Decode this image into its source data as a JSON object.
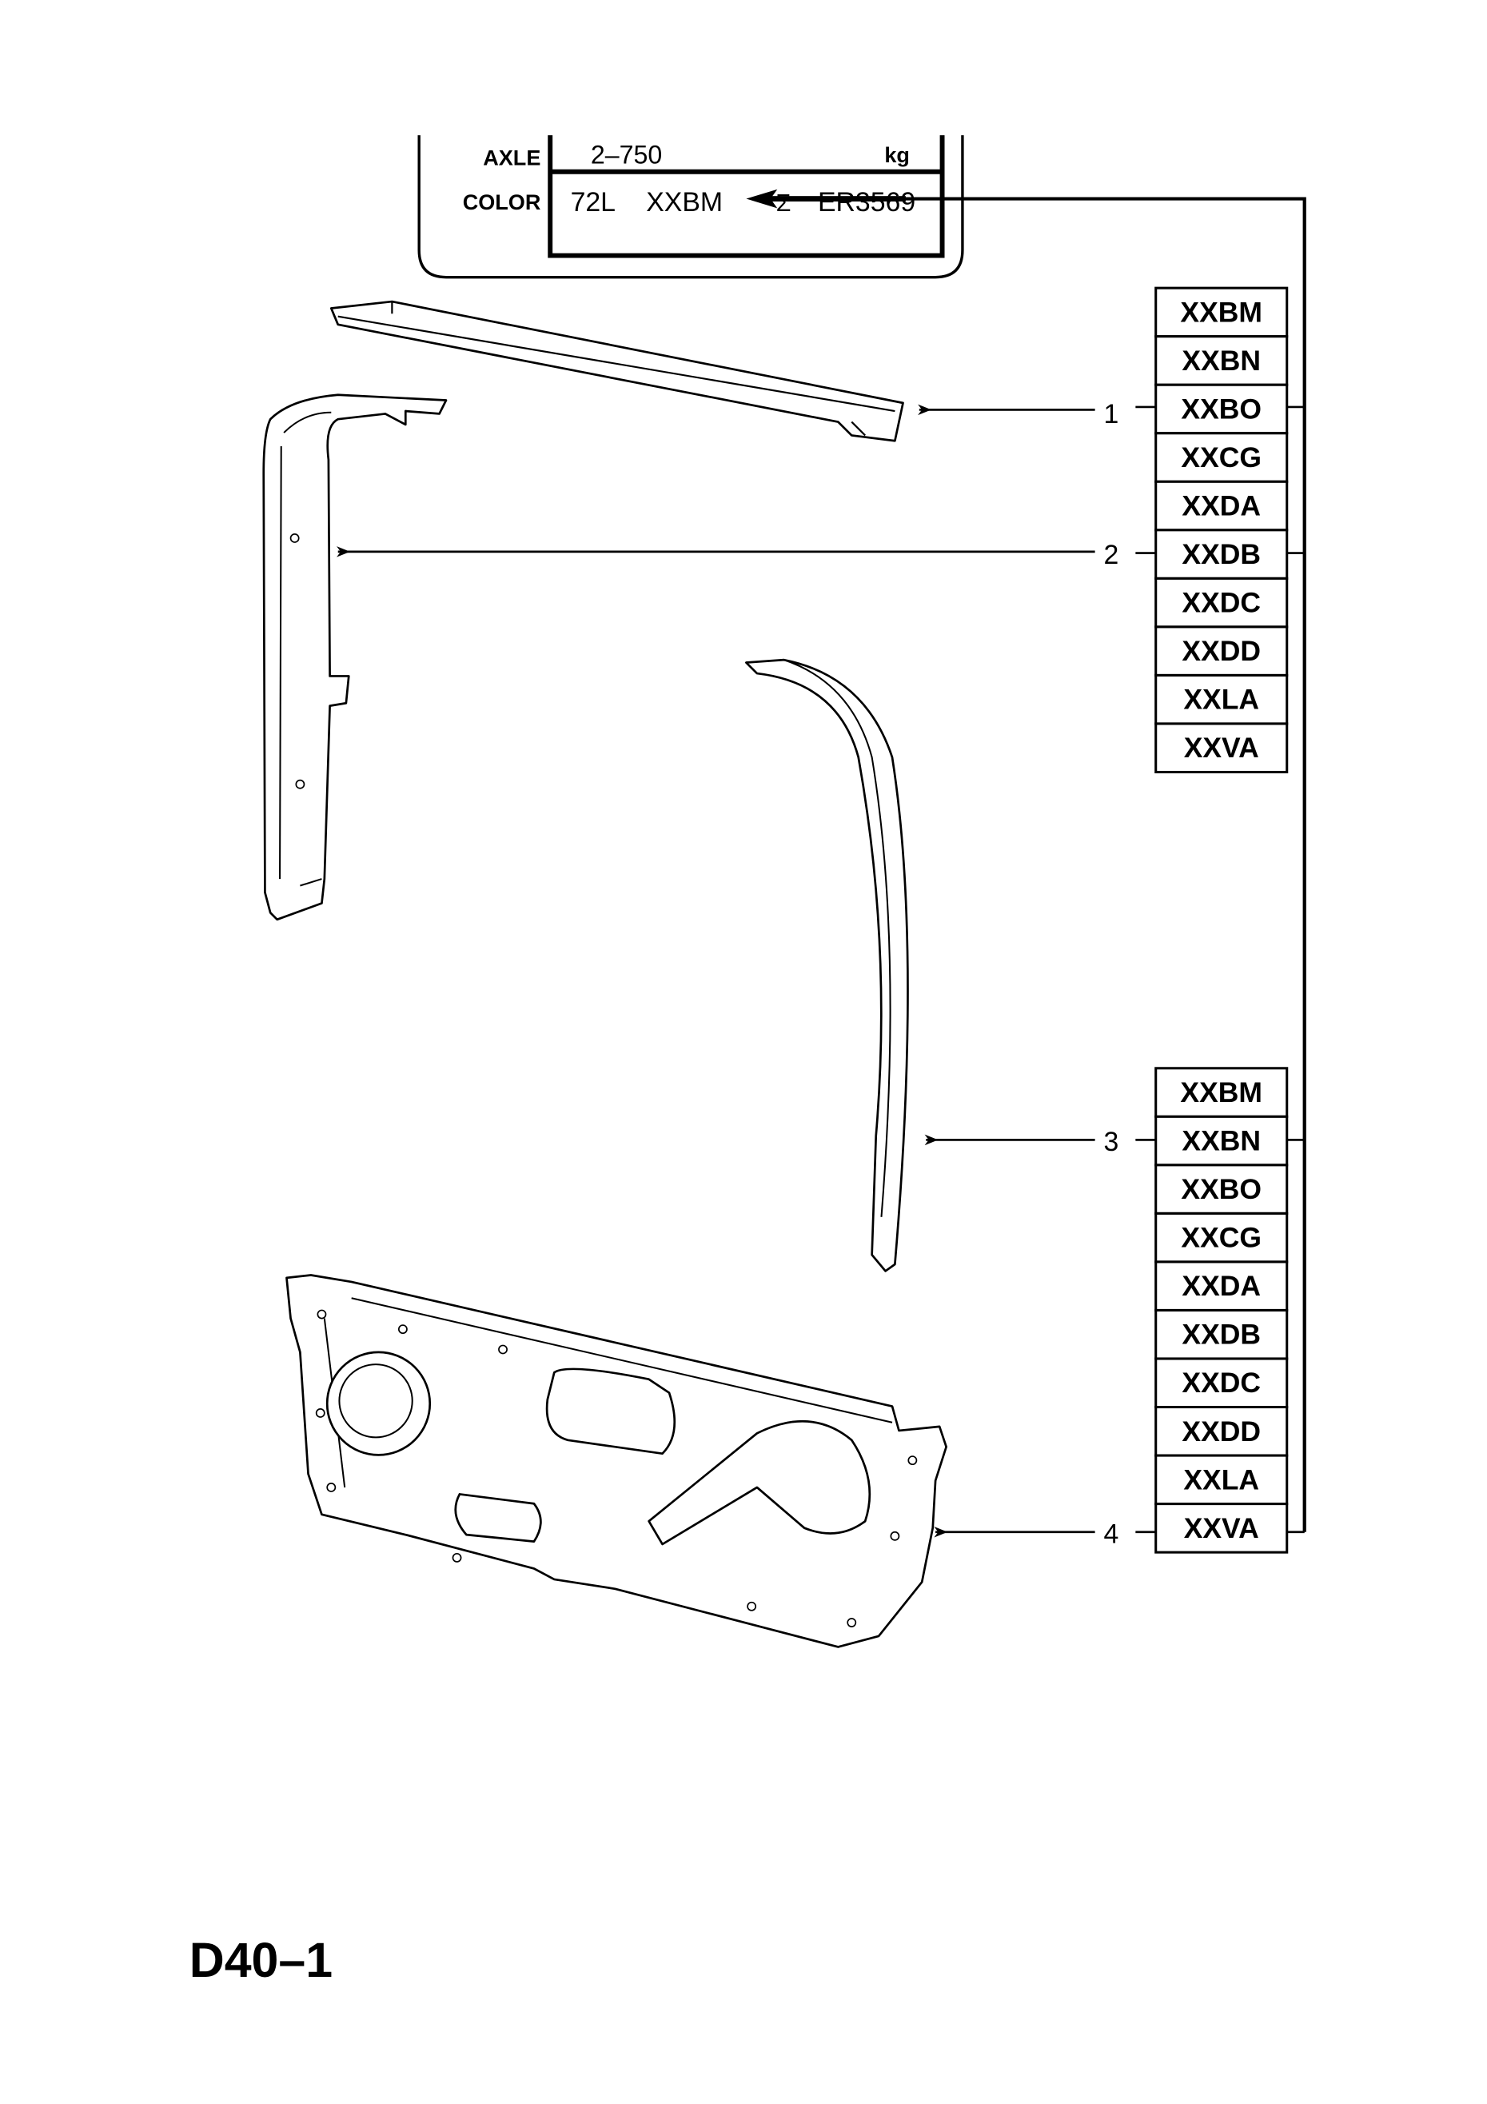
{
  "plate": {
    "axle_label": "AXLE",
    "axle_value": "2–750",
    "axle_unit": "kg",
    "color_label": "COLOR",
    "color_code": "72L",
    "color_trim": "XXBM",
    "color_extra_1": "Σ",
    "color_extra_2": "ER3569"
  },
  "callouts": [
    "1",
    "2",
    "3",
    "4"
  ],
  "code_list_upper": [
    "XXBM",
    "XXBN",
    "XXBO",
    "XXCG",
    "XXDA",
    "XXDB",
    "XXDC",
    "XXDD",
    "XXLA",
    "XXVA"
  ],
  "code_list_lower": [
    "XXBM",
    "XXBN",
    "XXBO",
    "XXCG",
    "XXDA",
    "XXDB",
    "XXDC",
    "XXDD",
    "XXLA",
    "XXVA"
  ],
  "page_code": "D40–1"
}
